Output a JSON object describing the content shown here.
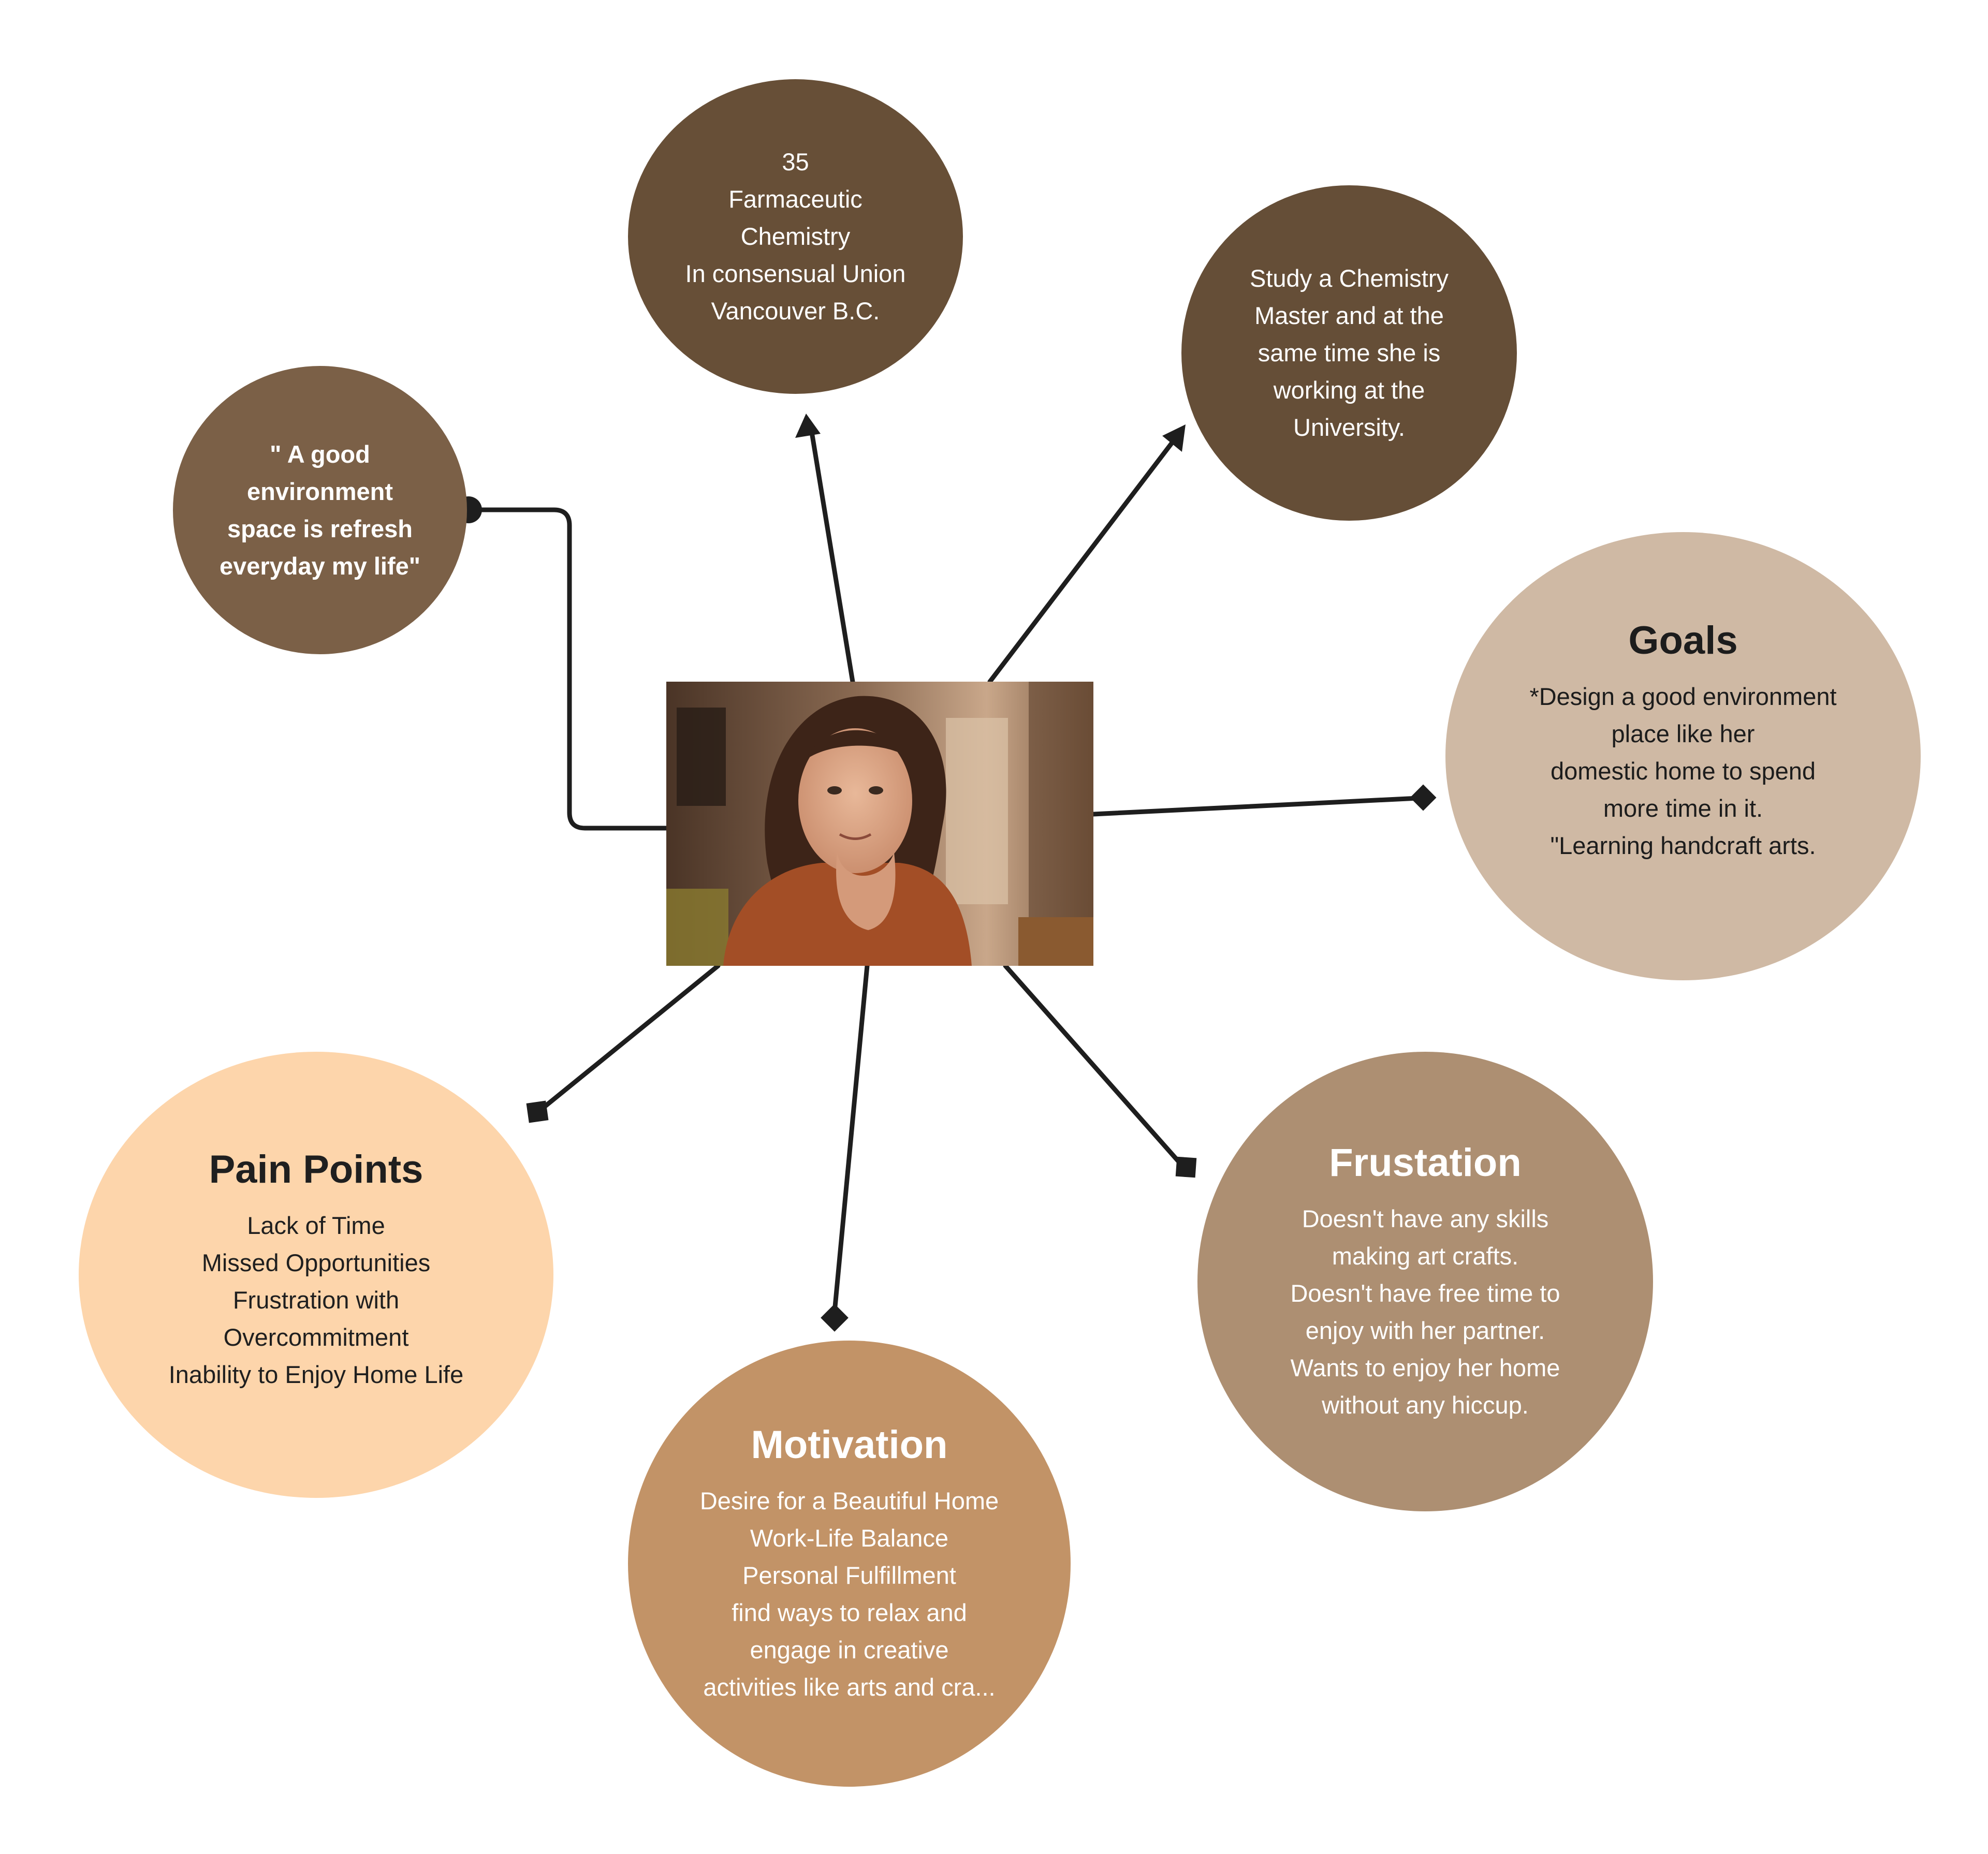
{
  "persona": {
    "demographics": {
      "lines": [
        "35",
        "Farmaceutic",
        "Chemistry",
        "In consensual Union",
        "Vancouver B.C."
      ]
    },
    "occupation": {
      "lines": [
        "Study a Chemistry",
        "Master and at the",
        "same time she is",
        "working at the",
        "University."
      ]
    },
    "quote": {
      "lines": [
        "\" A good",
        "environment",
        "space is refresh",
        "everyday my life\""
      ]
    },
    "goals": {
      "title": "Goals",
      "lines": [
        "*Design a good environment",
        "place like her",
        "domestic home to spend",
        "more time in it.",
        "\"Learning handcraft arts."
      ]
    },
    "pain_points": {
      "title": "Pain Points",
      "lines": [
        "Lack of Time",
        "Missed Opportunities",
        "Frustration with",
        "Overcommitment",
        "Inability to Enjoy Home Life"
      ]
    },
    "frustration": {
      "title": "Frustation",
      "lines": [
        "Doesn't have any skills",
        "making art crafts.",
        "Doesn't have free time to",
        "enjoy with her partner.",
        "Wants to enjoy her home",
        "without any hiccup."
      ]
    },
    "motivation": {
      "title": "Motivation",
      "lines": [
        "Desire for a Beautiful Home",
        "Work-Life Balance",
        "Personal Fulfillment",
        "find ways to relax and",
        "engage in creative",
        "activities like arts and cra..."
      ]
    }
  },
  "colors": {
    "demographics_fill": "#674f37",
    "occupation_fill": "#654e37",
    "quote_fill": "#7b6047",
    "goals_fill": "#cfb9a4",
    "pain_points_fill": "#fdd5ab",
    "frustration_fill": "#ad8f72",
    "motivation_fill": "#c29367",
    "connector": "#1e1e1e"
  },
  "icons": {
    "photo": "persona-photo",
    "arrowhead": "arrowhead-icon",
    "diamond": "diamond-icon",
    "square": "square-icon",
    "dot": "dot-icon"
  }
}
